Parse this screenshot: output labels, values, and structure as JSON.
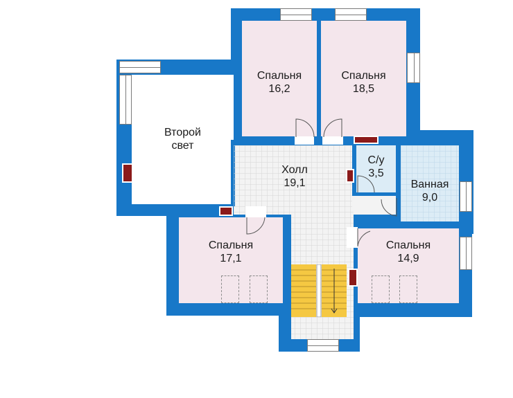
{
  "colors": {
    "wall": "#1878c8",
    "bedroom": "#f4e6ec",
    "hall": "#f3f3f3",
    "bathroom": "#dcecf6",
    "stairs": "#f5c842",
    "chimney": "#8b1a1a"
  },
  "rooms": {
    "bedroom_1": {
      "name": "Спальня",
      "area": "16,2"
    },
    "bedroom_2": {
      "name": "Спальня",
      "area": "18,5"
    },
    "second_light": {
      "name_line1": "Второй",
      "name_line2": "свет"
    },
    "hall": {
      "name": "Холл",
      "area": "19,1"
    },
    "wc": {
      "name": "С/у",
      "area": "3,5"
    },
    "bathroom": {
      "name": "Ванная",
      "area": "9,0"
    },
    "bedroom_3": {
      "name": "Спальня",
      "area": "17,1"
    },
    "bedroom_4": {
      "name": "Спальня",
      "area": "14,9"
    }
  }
}
